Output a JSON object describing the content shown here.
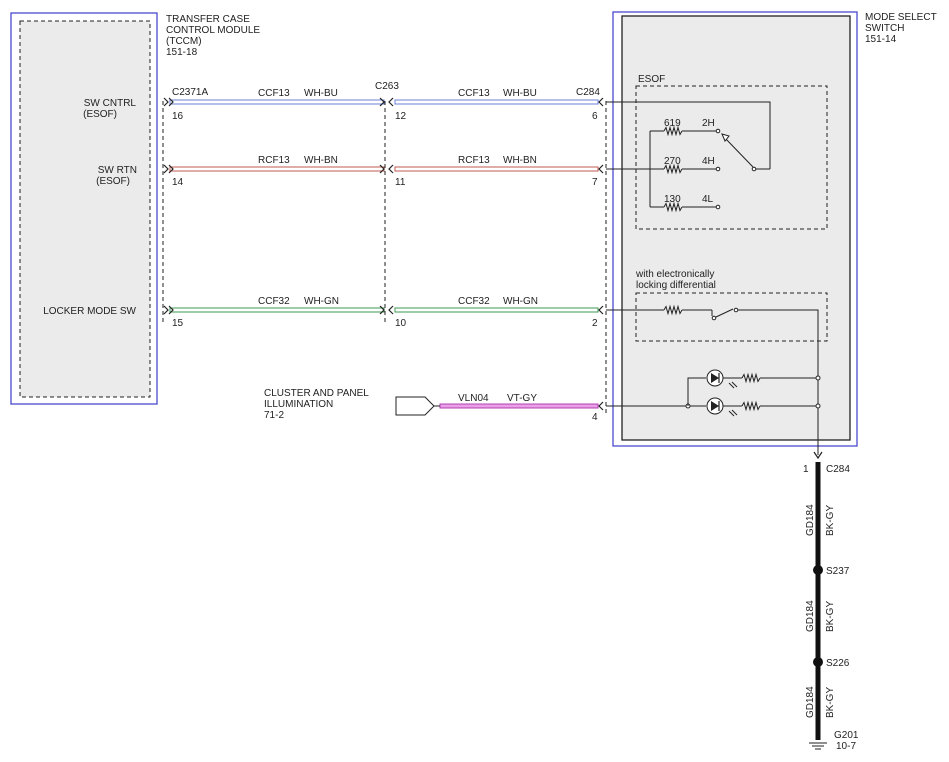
{
  "tccm": {
    "title_lines": [
      "TRANSFER CASE",
      "CONTROL MODULE",
      "(TCCM)",
      "151-18"
    ]
  },
  "mss": {
    "title_lines": [
      "MODE SELECT",
      "SWITCH",
      "151-14"
    ]
  },
  "pins": {
    "sw_cntrl": [
      "SW CNTRL",
      "(ESOF)"
    ],
    "sw_rtn": [
      "SW RTN",
      "(ESOF)"
    ],
    "locker": "LOCKER MODE SW"
  },
  "connectors": {
    "c2371a": "C2371A",
    "c263": "C263",
    "c284_top": "C284",
    "c284_bottom": "C284"
  },
  "circuits": {
    "ccf13_a": {
      "code": "CCF13",
      "color": "WH-BU"
    },
    "ccf13_b": {
      "code": "CCF13",
      "color": "WH-BU"
    },
    "rcf13_a": {
      "code": "RCF13",
      "color": "WH-BN"
    },
    "rcf13_b": {
      "code": "RCF13",
      "color": "WH-BN"
    },
    "ccf32_a": {
      "code": "CCF32",
      "color": "WH-GN"
    },
    "ccf32_b": {
      "code": "CCF32",
      "color": "WH-GN"
    },
    "vln04": {
      "code": "VLN04",
      "color": "VT-GY"
    }
  },
  "pin_numbers": {
    "p16": "16",
    "p14": "14",
    "p15": "15",
    "p12": "12",
    "p11": "11",
    "p10": "10",
    "p6": "6",
    "p7": "7",
    "p2": "2",
    "p4": "4",
    "p1": "1"
  },
  "esof": {
    "label": "ESOF",
    "resistors": [
      "619",
      "270",
      "130"
    ],
    "positions": [
      "2H",
      "4H",
      "4L"
    ]
  },
  "locker_option": [
    "with electronically",
    "locking differential"
  ],
  "cluster": [
    "CLUSTER AND PANEL",
    "ILLUMINATION",
    "71-2"
  ],
  "ground": {
    "wire_code": "GD184",
    "wire_color": "BK-GY",
    "splices": [
      "S237",
      "S226"
    ],
    "ground_id": "G201",
    "ground_ref": "10-7"
  },
  "colors": {
    "module_border": "#4a4ad0",
    "wire_blue": "#6a7fd8",
    "wire_brown": "#c25a50",
    "wire_green": "#3f9a52",
    "wire_violet": "#b040b0",
    "ground_wire": "#111111",
    "module_fill": "#ebebeb"
  }
}
